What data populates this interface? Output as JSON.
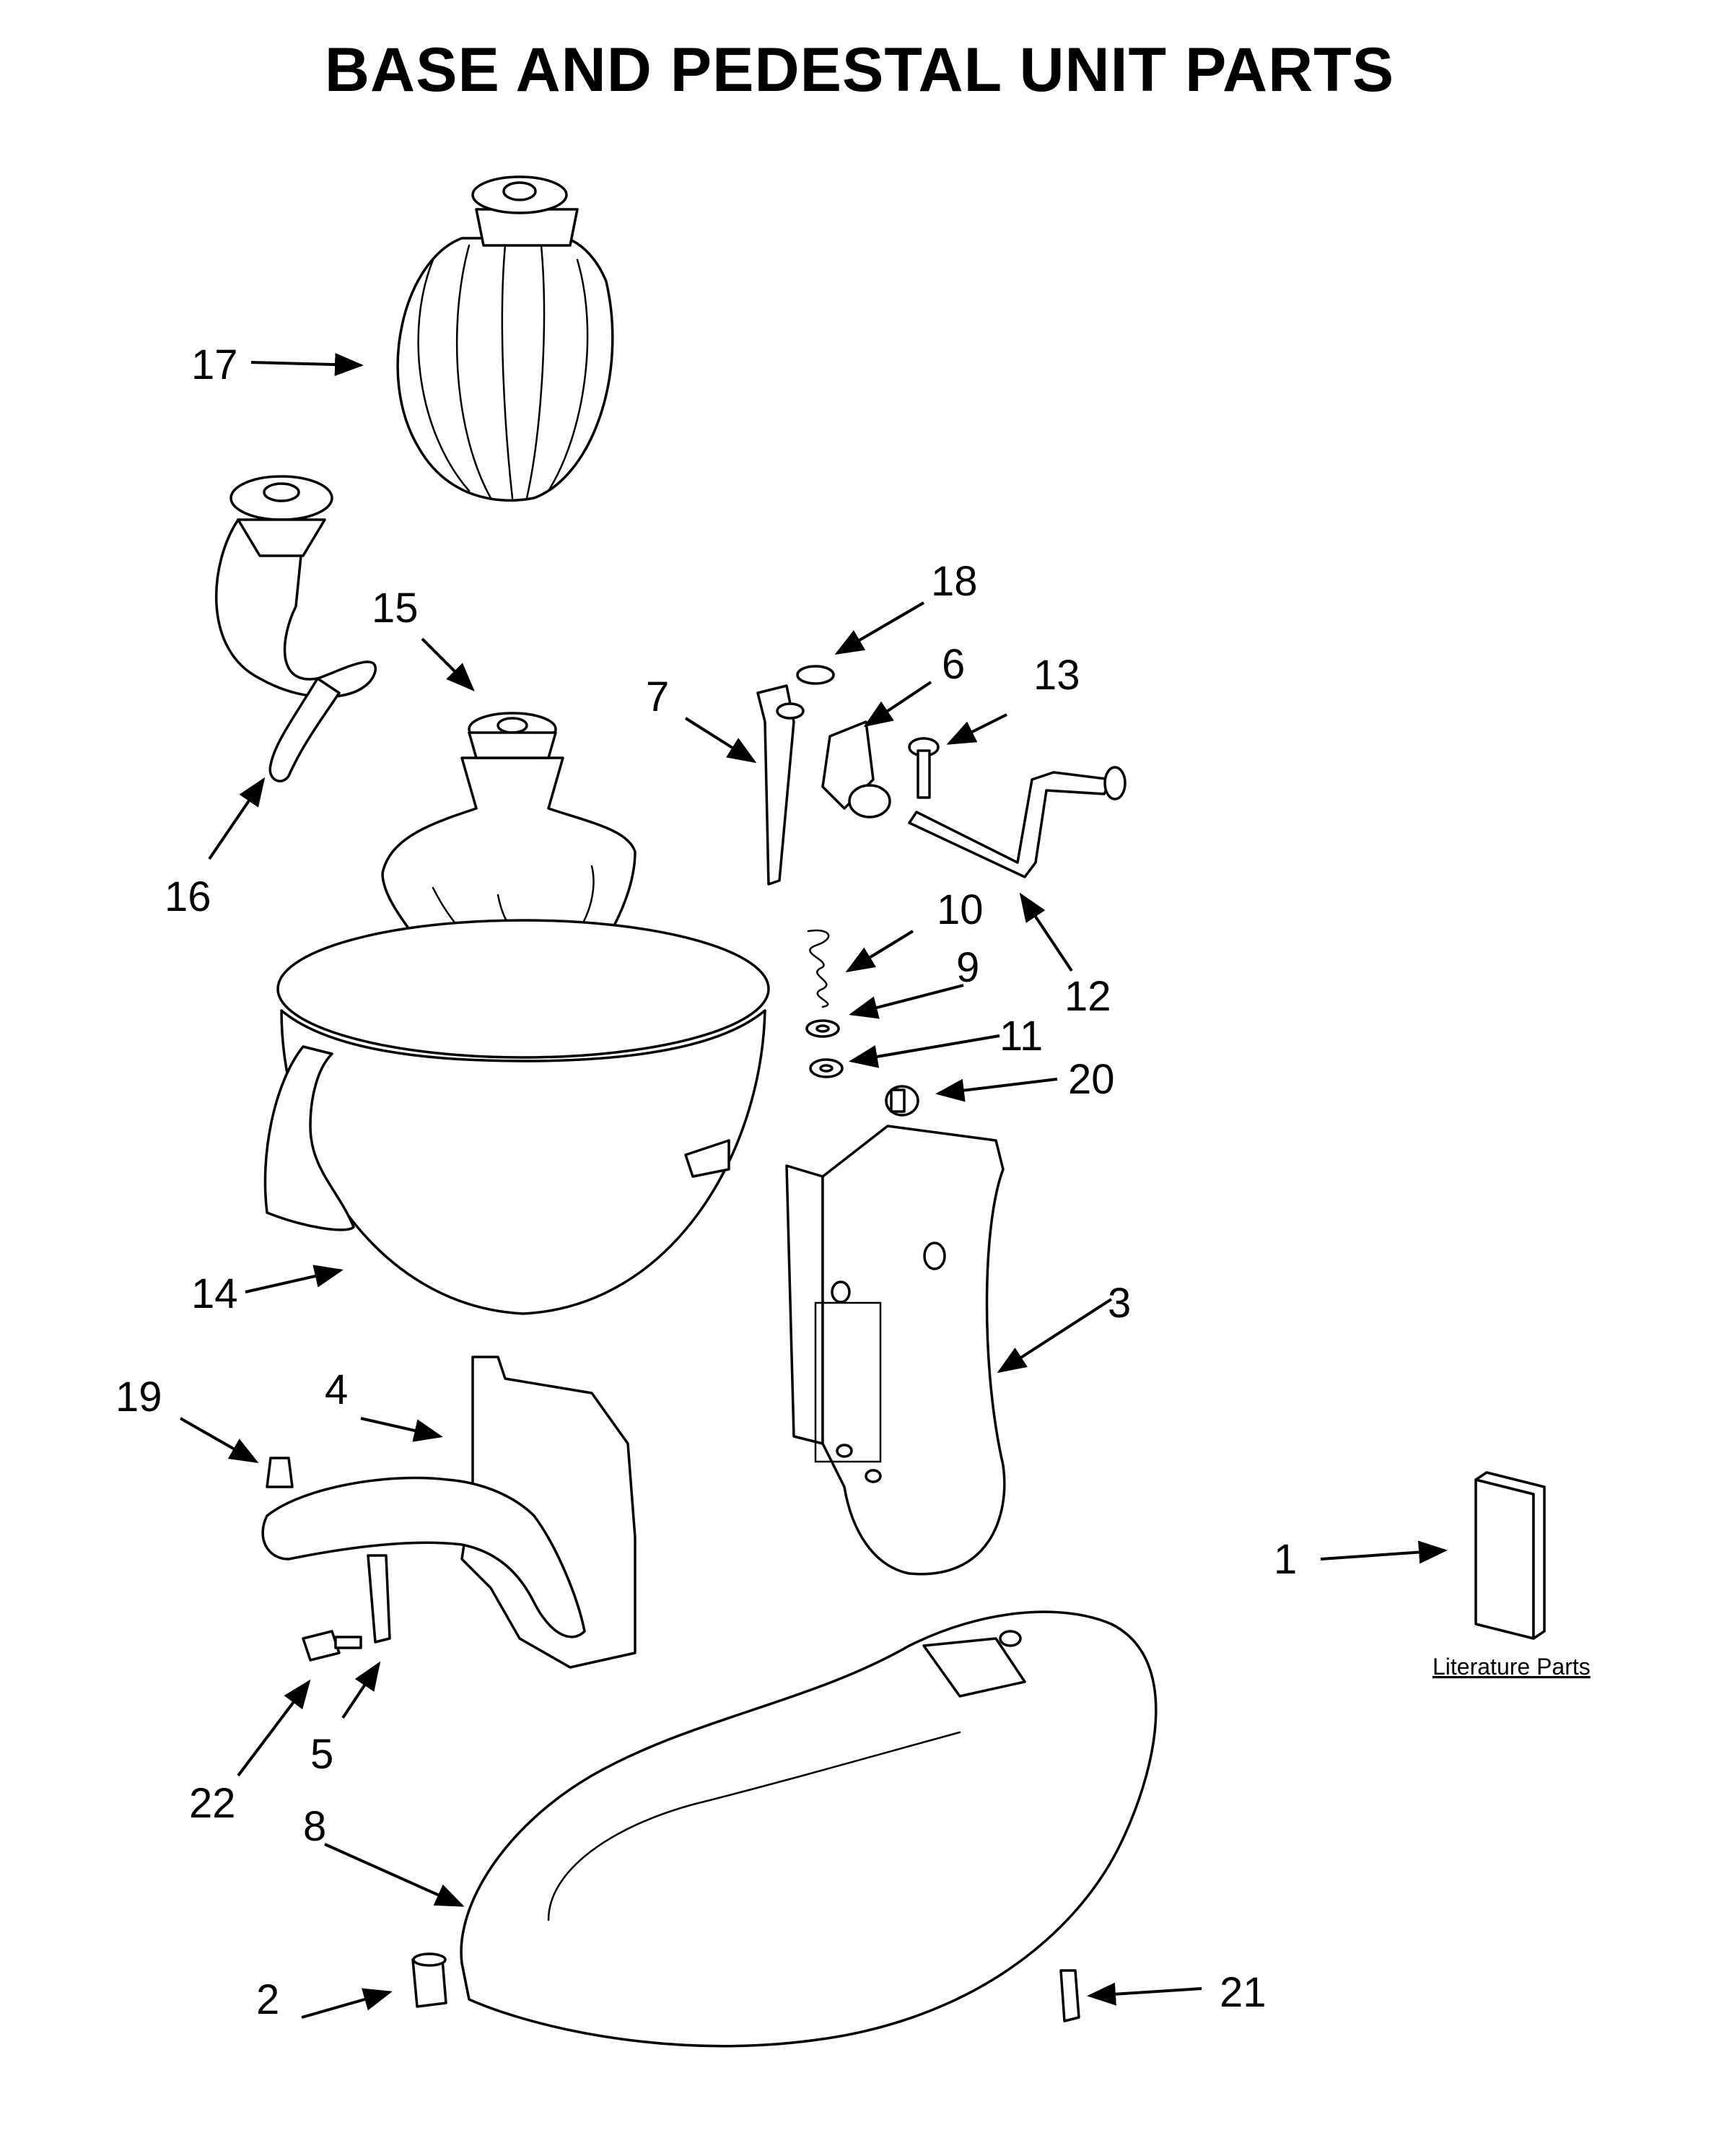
{
  "title": "BASE AND PEDESTAL UNIT PARTS",
  "literature_label": "Literature Parts",
  "callouts": [
    {
      "id": "1",
      "label": "1"
    },
    {
      "id": "2",
      "label": "2"
    },
    {
      "id": "3",
      "label": "3"
    },
    {
      "id": "4",
      "label": "4"
    },
    {
      "id": "5",
      "label": "5"
    },
    {
      "id": "6",
      "label": "6"
    },
    {
      "id": "7",
      "label": "7"
    },
    {
      "id": "8",
      "label": "8"
    },
    {
      "id": "9",
      "label": "9"
    },
    {
      "id": "10",
      "label": "10"
    },
    {
      "id": "11",
      "label": "11"
    },
    {
      "id": "12",
      "label": "12"
    },
    {
      "id": "13",
      "label": "13"
    },
    {
      "id": "14",
      "label": "14"
    },
    {
      "id": "15",
      "label": "15"
    },
    {
      "id": "16",
      "label": "16"
    },
    {
      "id": "17",
      "label": "17"
    },
    {
      "id": "18",
      "label": "18"
    },
    {
      "id": "19",
      "label": "19"
    },
    {
      "id": "20",
      "label": "20"
    },
    {
      "id": "21",
      "label": "21"
    },
    {
      "id": "22",
      "label": "22"
    }
  ]
}
